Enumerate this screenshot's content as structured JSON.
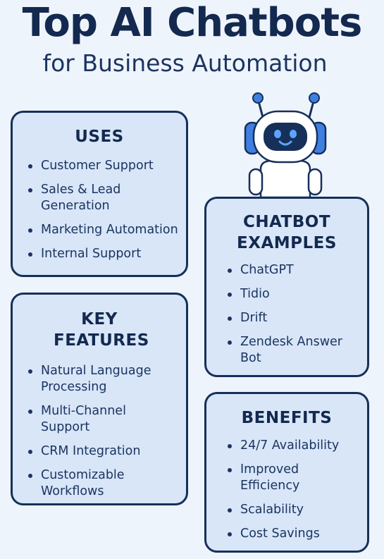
{
  "header": {
    "title": "Top AI Chatbots",
    "subtitle": "for Business Automation"
  },
  "icons": {
    "mascot": "robot-icon",
    "bullet": "bullet-icon"
  },
  "colors": {
    "background": "#eef4fb",
    "card_fill": "#d8e6f8",
    "card_border": "#16305a",
    "text": "#13294f",
    "robot_accent": "#3f7fe0"
  },
  "cards": {
    "uses": {
      "heading": "USES",
      "items": [
        "Customer Support",
        "Sales & Lead Generation",
        "Marketing Automation",
        "Internal Support"
      ]
    },
    "key_features": {
      "heading": "KEY FEATURES",
      "items": [
        "Natural Language Processing",
        "Multi-Channel Support",
        "CRM Integration",
        "Customizable Workflows"
      ]
    },
    "chatbot_examples": {
      "heading": "CHATBOT EXAMPLES",
      "items": [
        "ChatGPT",
        "Tidio",
        "Drift",
        "Zendesk Answer Bot"
      ]
    },
    "benefits": {
      "heading": "BENEFITS",
      "items": [
        "24/7 Availability",
        "Improved Efficiency",
        "Scalability",
        "Cost Savings"
      ]
    }
  }
}
